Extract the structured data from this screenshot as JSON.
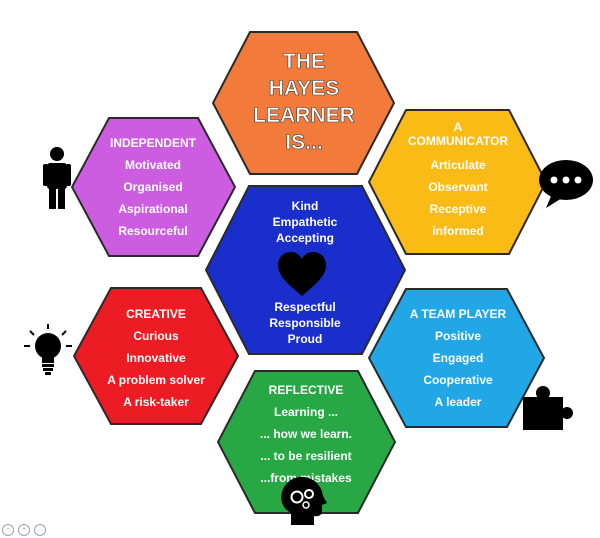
{
  "hexagons": {
    "top": {
      "color": "#f27a3a",
      "lines": [
        "THE",
        "HAYES",
        "LEARNER",
        "IS..."
      ]
    },
    "tl": {
      "color": "#cc5de0",
      "lines": [
        "INDEPENDENT",
        "Motivated",
        "Organised",
        "Aspirational",
        "Resourceful"
      ]
    },
    "tr": {
      "color": "#fbbb17",
      "lines": [
        "A",
        "COMMUNICATOR",
        "Articulate",
        "Observant",
        "Receptive",
        "informed"
      ]
    },
    "center": {
      "color": "#1a2ecc",
      "top_lines": [
        "Kind",
        "Empathetic",
        "Accepting"
      ],
      "bottom_lines": [
        "Respectful",
        "Responsible",
        "Proud"
      ]
    },
    "bl": {
      "color": "#ed1c24",
      "lines": [
        "CREATIVE",
        "Curious",
        "Innovative",
        "A problem solver",
        "A risk-taker"
      ]
    },
    "br": {
      "color": "#21a6e6",
      "lines": [
        "A TEAM PLAYER",
        "Positive",
        "Engaged",
        "Cooperative",
        "A leader"
      ]
    },
    "bottom": {
      "color": "#27a845",
      "lines": [
        "REFLECTIVE",
        "Learning ...",
        "... how we learn.",
        "... to be resilient",
        "...from mistakes"
      ]
    }
  },
  "icons": [
    "person-icon",
    "speech-bubble-icon",
    "lightbulb-icon",
    "puzzle-piece-icon",
    "heart-icon",
    "head-gears-icon"
  ]
}
